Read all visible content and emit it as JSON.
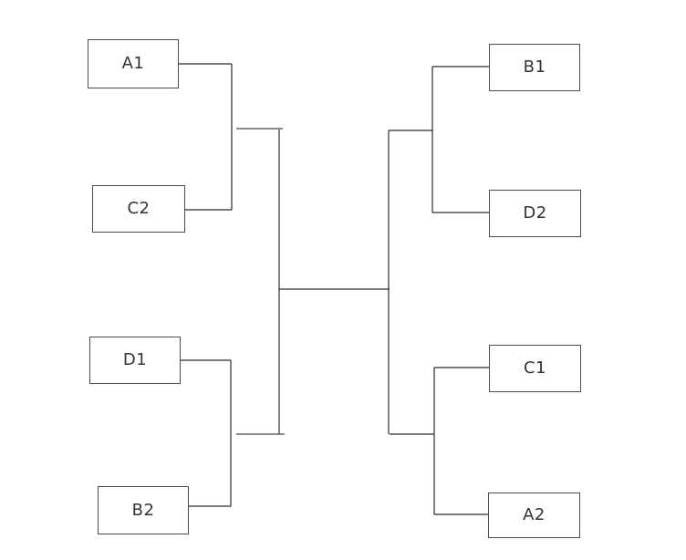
{
  "diagram_type": "tournament-bracket",
  "colors": {
    "background": "#ffffff",
    "line": "#2b2b2b",
    "stub-line": "#8c8c8c",
    "box-border": "#4d4d4d",
    "text": "#333333"
  },
  "bracket": {
    "left": {
      "top_pair": [
        "A1",
        "C2"
      ],
      "bottom_pair": [
        "D1",
        "B2"
      ]
    },
    "right": {
      "top_pair": [
        "B1",
        "D2"
      ],
      "bottom_pair": [
        "C1",
        "A2"
      ]
    }
  }
}
